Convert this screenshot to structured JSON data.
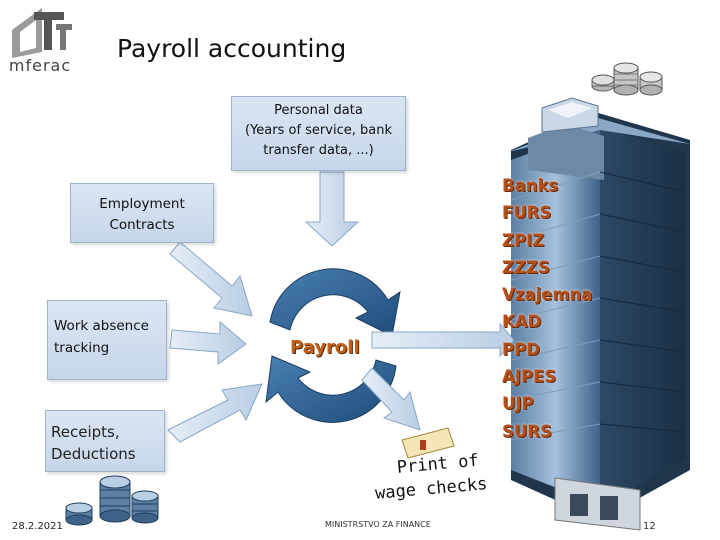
{
  "header": {
    "logo_text": "mferac",
    "title": "Payroll accounting"
  },
  "inputs": {
    "personal_data": [
      "Personal data",
      "(Years of service, bank",
      "transfer data, ...)"
    ],
    "employment": [
      "Employment",
      "Contracts"
    ],
    "absence": [
      "Work absence",
      "tracking"
    ],
    "receipts": [
      "Receipts,",
      "Deductions"
    ]
  },
  "process": {
    "label": "Payroll"
  },
  "output": {
    "print_checks": [
      "Print of",
      "wage checks"
    ],
    "recipients": [
      "Banks",
      "FURS",
      "ZPIZ",
      "ZZZS",
      "Vzajemna",
      "KAD",
      "PPD",
      "AJPES",
      "UJP",
      "SURS"
    ]
  },
  "footer": {
    "date": "28.2.2021",
    "ministry": "MINISTRSTVO ZA FINANCE",
    "page": "12"
  },
  "colors": {
    "box_fill": "#c6d6ea",
    "arrow_fill": "#cfe0f1",
    "cycle_blue": "#2a5f92",
    "label_orange": "#b4501a",
    "building": "#3f5f80"
  }
}
